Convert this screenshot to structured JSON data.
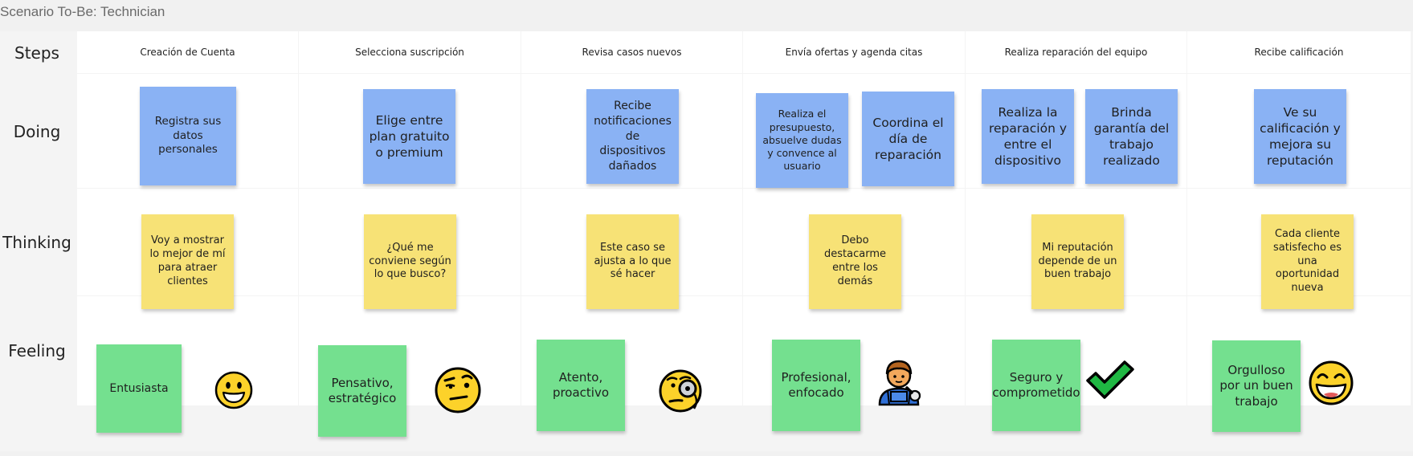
{
  "frame": {
    "title": "Scenario To-Be: Technician"
  },
  "rows": {
    "steps": "Steps",
    "doing": "Doing",
    "thinking": "Thinking",
    "feeling": "Feeling"
  },
  "steps": [
    "Creación de Cuenta",
    "Selecciona suscripción",
    "Revisa casos nuevos",
    "Envía ofertas y agenda citas",
    "Realiza reparación del equipo",
    "Recibe calificación"
  ],
  "doing": [
    "Registra sus datos personales",
    "Elige entre plan gratuito o premium",
    "Recibe notificaciones de dispositivos dañados",
    "Realiza el presupuesto, absuelve dudas y convence al usuario",
    "Coordina el día de reparación",
    "Realiza la reparación y entre el dispositivo",
    "Brinda garantía del trabajo realizado",
    "Ve su calificación y mejora su reputación"
  ],
  "thinking": [
    "Voy a mostrar lo mejor de mí para atraer clientes",
    "¿Qué me conviene según lo que busco?",
    "Este caso se ajusta a lo que sé hacer",
    "Debo destacarme entre los demás",
    "Mi reputación depende de un buen trabajo",
    "Cada cliente satisfecho es una oportunidad nueva"
  ],
  "feeling": [
    "Entusiasta",
    "Pensativo, estratégico",
    "Atento, proactivo",
    "Profesional, enfocado",
    "Seguro y comprometido",
    "Orgulloso por un buen trabajo"
  ],
  "icons": {
    "feeling_1": "smiling-face-icon",
    "feeling_2": "raised-eyebrow-face-icon",
    "feeling_3": "monocle-face-icon",
    "feeling_4": "mechanic-icon",
    "feeling_5": "check-mark-icon",
    "feeling_6": "grinning-squint-face-icon"
  },
  "colors": {
    "doing": "#8ab2f4",
    "thinking": "#f7e276",
    "feeling": "#74e08f"
  }
}
